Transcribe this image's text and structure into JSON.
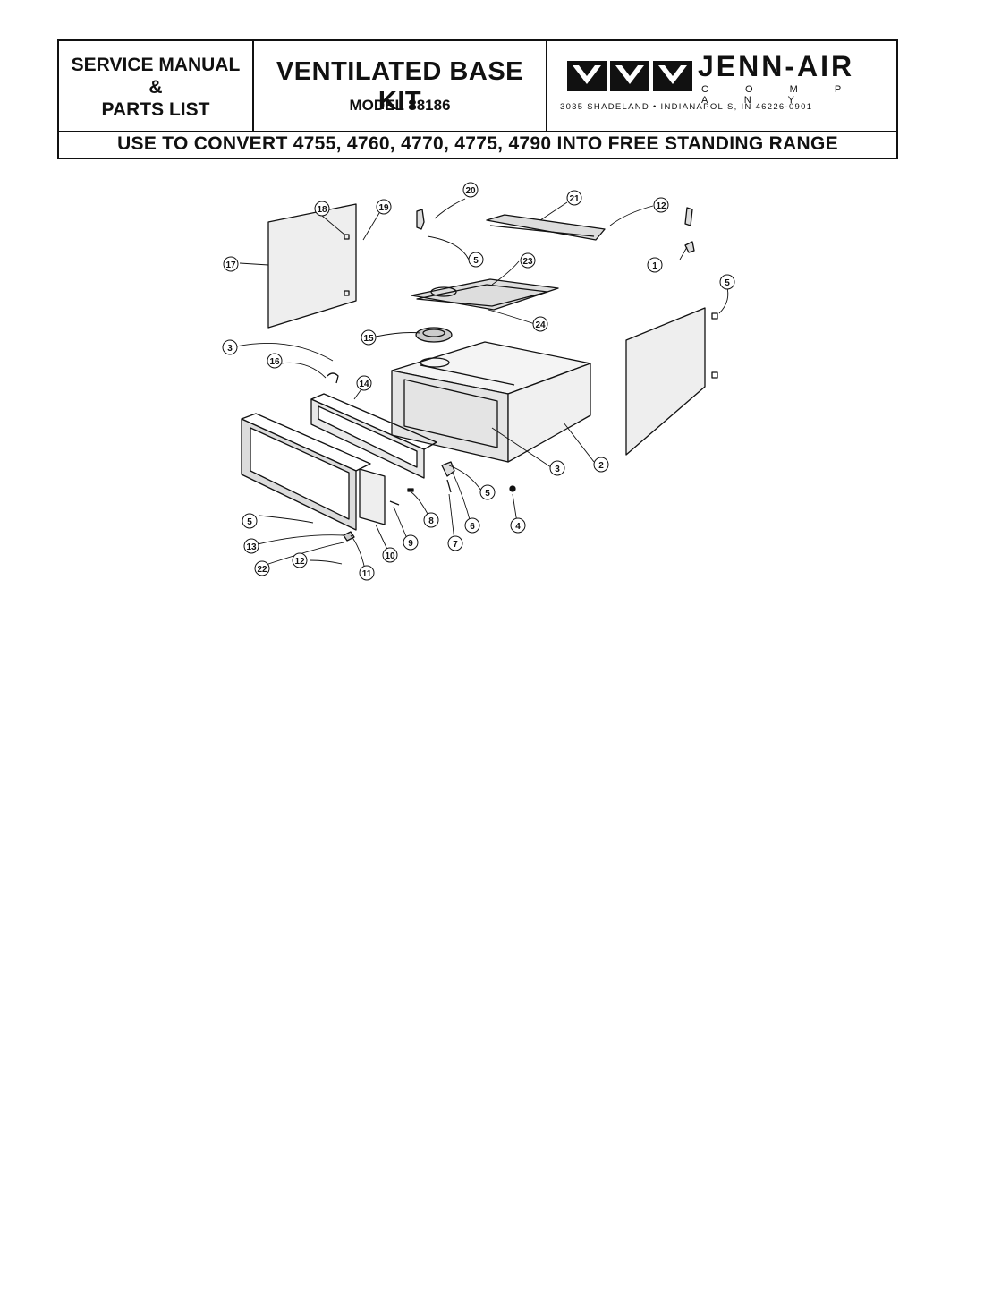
{
  "header": {
    "doc_type_lines": [
      "SERVICE MANUAL",
      "&",
      "PARTS LIST"
    ],
    "kit_title": "VENTILATED BASE KIT",
    "model": "MODEL 88186",
    "brand": "JENN-AIR",
    "brand_sub": "C O M P A N Y",
    "address": "3035 SHADELAND • INDIANAPOLIS, IN 46226-0901",
    "convert_line": "USE TO CONVERT 4755, 4760, 4770, 4775, 4790 INTO FREE STANDING RANGE"
  },
  "diagram": {
    "callouts": [
      "1",
      "2",
      "3",
      "4",
      "5",
      "6",
      "7",
      "8",
      "9",
      "10",
      "11",
      "12",
      "13",
      "14",
      "15",
      "16",
      "17",
      "18",
      "19",
      "20",
      "21",
      "22",
      "23",
      "24"
    ]
  },
  "colors": {
    "ink": "#111111",
    "paper": "#ffffff",
    "panel_tint": "#e8e8e8"
  }
}
